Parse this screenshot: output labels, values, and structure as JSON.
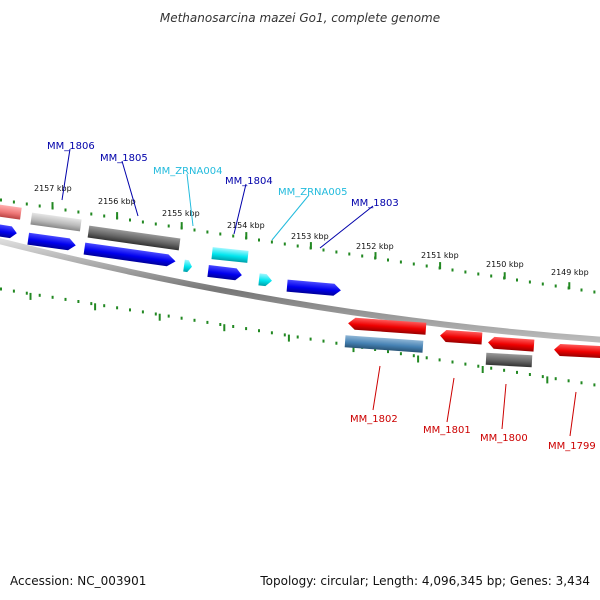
{
  "title": "Methanosarcina mazei Go1, complete genome",
  "footer": {
    "accession": "Accession: NC_003901",
    "summary": "Topology: circular; Length: 4,096,345 bp; Genes: 3,434"
  },
  "scale_labels": [
    "2157 kbp",
    "2156 kbp",
    "2155 kbp",
    "2154 kbp",
    "2153 kbp",
    "2152 kbp",
    "2151 kbp",
    "2150 kbp",
    "2149 kbp"
  ],
  "top_genes": [
    {
      "label": "MM_1806",
      "color": "#0000aa"
    },
    {
      "label": "MM_1805",
      "color": "#0000aa"
    },
    {
      "label": "MM_ZRNA004",
      "color": "#22bbdd"
    },
    {
      "label": "MM_1804",
      "color": "#0000aa"
    },
    {
      "label": "MM_ZRNA005",
      "color": "#22bbdd"
    },
    {
      "label": "MM_1803",
      "color": "#0000aa"
    }
  ],
  "bottom_genes": [
    {
      "label": "MM_1802",
      "color": "#cc0000"
    },
    {
      "label": "MM_1801",
      "color": "#cc0000"
    },
    {
      "label": "MM_1800",
      "color": "#cc0000"
    },
    {
      "label": "MM_1799",
      "color": "#cc0000"
    }
  ],
  "colors": {
    "forward_strand": "#0000ee",
    "reverse_strand": "#ee0000",
    "rna": "#00e5ee",
    "pseudo_gray": "#666666",
    "steel_blue": "#4682b4",
    "tick_green": "#228822",
    "backbone": "#888888"
  }
}
